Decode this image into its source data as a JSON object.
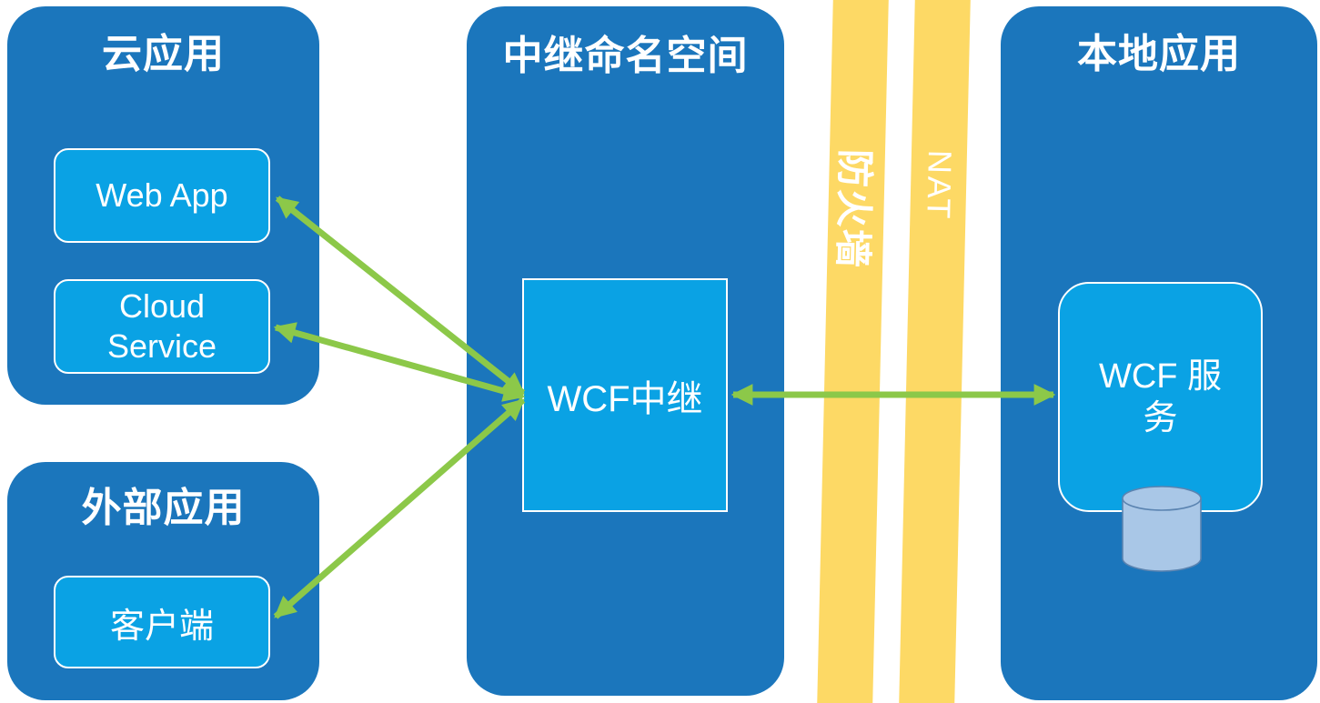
{
  "cloud_apps": {
    "title": "云应用",
    "web_app_label": "Web App",
    "cloud_service_label": "Cloud Service"
  },
  "external_apps": {
    "title": "外部应用",
    "client_label": "客户端"
  },
  "relay_namespace": {
    "title": "中继命名空间",
    "relay_label": "WCF中继"
  },
  "local_apps": {
    "title": "本地应用",
    "service_label": "WCF 服务"
  },
  "barriers": {
    "firewall_label": "防火墙",
    "nat_label": "NAT"
  },
  "colors": {
    "container_blue": "#1B76BC",
    "box_blue": "#0AA2E4",
    "arrow_green": "#8CC849",
    "barrier_yellow": "#FDD965",
    "cylinder_fill": "#A9C7E7",
    "cylinder_stroke": "#5B84B1",
    "text_white": "#FFFFFF"
  }
}
